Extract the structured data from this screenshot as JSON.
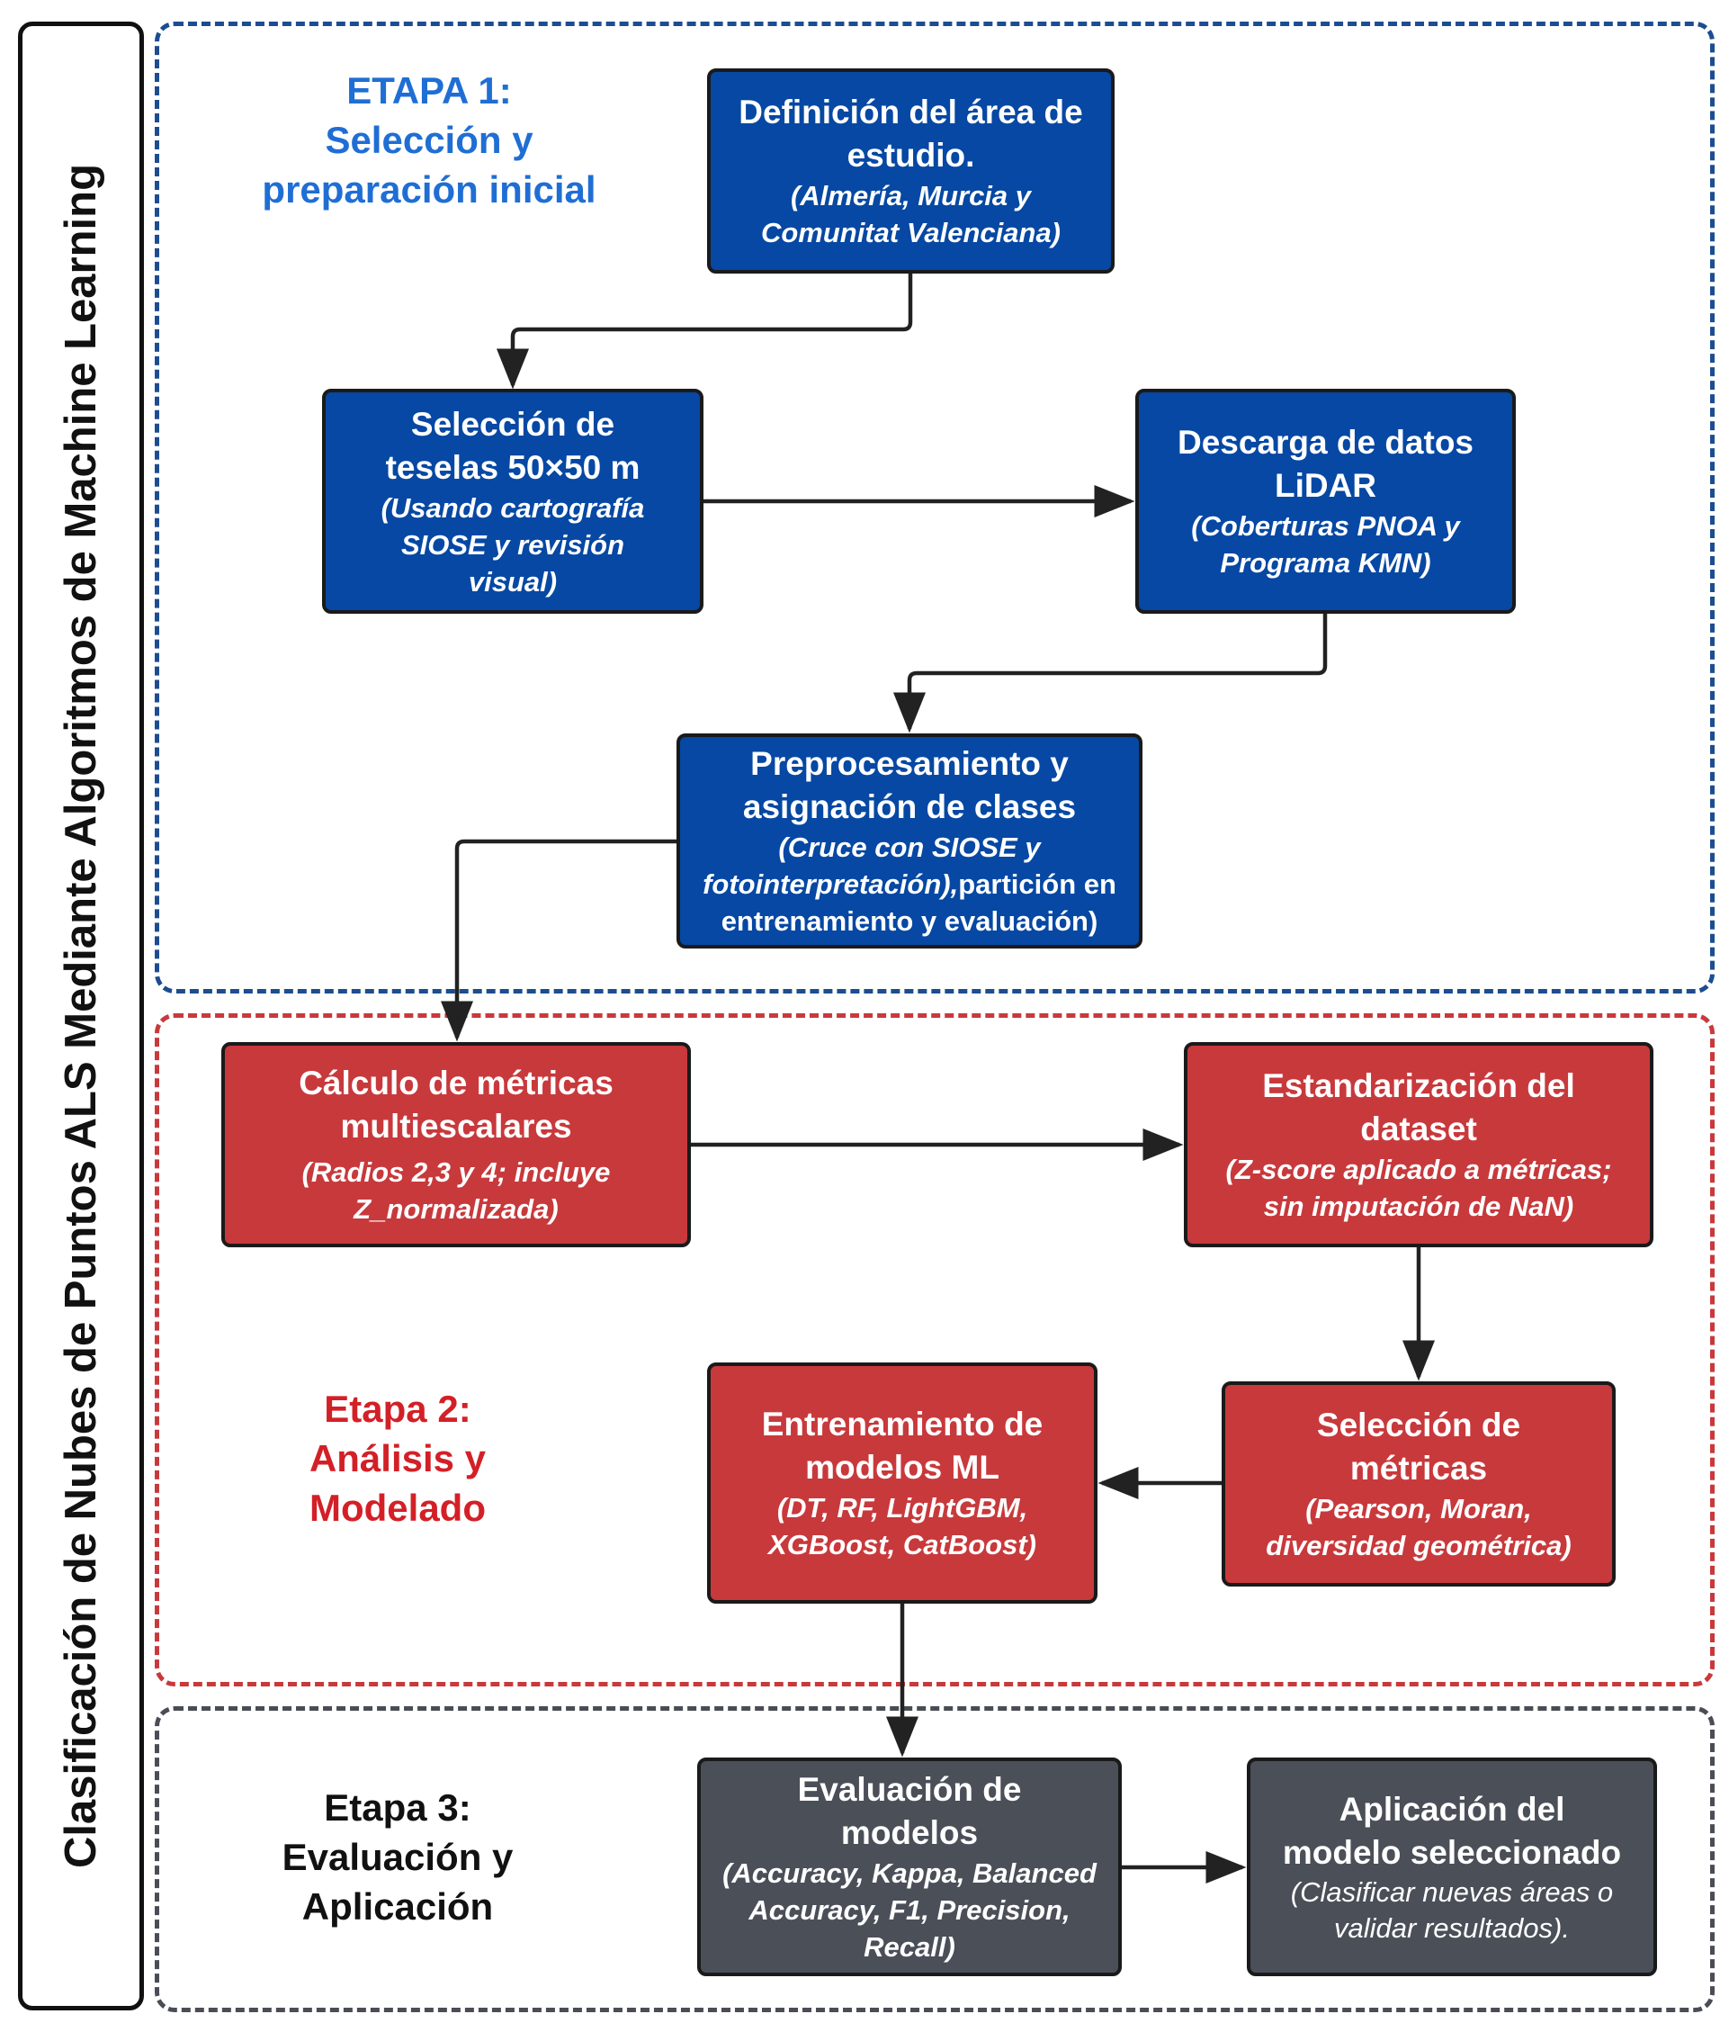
{
  "title": "Clasificación de Nubes de Puntos ALS Mediante Algoritmos de Machine Learning",
  "colors": {
    "stage1": "#1c4d91",
    "stage1_box": "#0648a3",
    "stage1_label": "#1f6ed4",
    "stage2": "#c8393c",
    "stage2_box": "#c8393c",
    "stage2_label": "#d32027",
    "stage3": "#4a4d55",
    "stage3_box": "#4a4f58",
    "stage3_label": "#111111"
  },
  "stages": [
    {
      "lines": [
        "ETAPA 1:",
        "Selección y",
        "preparación inicial"
      ]
    },
    {
      "lines": [
        "Etapa 2:",
        "Análisis y",
        "Modelado"
      ]
    },
    {
      "lines": [
        "Etapa 3:",
        "Evaluación y",
        "Aplicación"
      ]
    }
  ],
  "boxes": {
    "area": {
      "title": [
        "Definición del área de",
        "estudio."
      ],
      "sub": [
        "(Almería, Murcia y",
        "Comunitat Valenciana)"
      ]
    },
    "teselas": {
      "title": [
        "Selección de",
        "teselas 50×50 m"
      ],
      "sub": [
        "(Usando cartografía",
        "SIOSE y revisión",
        "visual)"
      ]
    },
    "lidar": {
      "title": [
        "Descarga de datos",
        "LiDAR"
      ],
      "sub": [
        "(Coberturas PNOA y",
        "Programa KMN)"
      ]
    },
    "preproc": {
      "title": [
        "Preprocesamiento y",
        "asignación de clases"
      ],
      "sub": [
        "(Cruce con SIOSE y",
        "fotointerpretación),",
        "partición en",
        "entrenamiento y evaluación)"
      ]
    },
    "metricas": {
      "title": [
        "Cálculo de métricas",
        "multiescalares"
      ],
      "sub": [
        "(Radios 2,3 y 4; incluye",
        "Z_normalizada)"
      ]
    },
    "estandar": {
      "title": [
        "Estandarización del",
        "dataset"
      ],
      "sub": [
        "(Z-score aplicado a métricas;",
        "sin imputación de NaN)"
      ]
    },
    "entrenamiento": {
      "title": [
        "Entrenamiento de",
        "modelos ML"
      ],
      "sub": [
        "(DT, RF, LightGBM,",
        "XGBoost, CatBoost)"
      ]
    },
    "seleccion": {
      "title": [
        "Selección de",
        "métricas"
      ],
      "sub": [
        "(Pearson, Moran,",
        "diversidad geométrica)"
      ]
    },
    "evaluacion": {
      "title": [
        "Evaluación de",
        "modelos"
      ],
      "sub": [
        "(Accuracy, Kappa, Balanced",
        "Accuracy, F1, Precision,",
        "Recall)"
      ]
    },
    "aplicacion": {
      "title": [
        "Aplicación del",
        "modelo seleccionado"
      ],
      "sub": [
        "(Clasificar nuevas áreas o",
        "validar resultados)."
      ]
    }
  }
}
